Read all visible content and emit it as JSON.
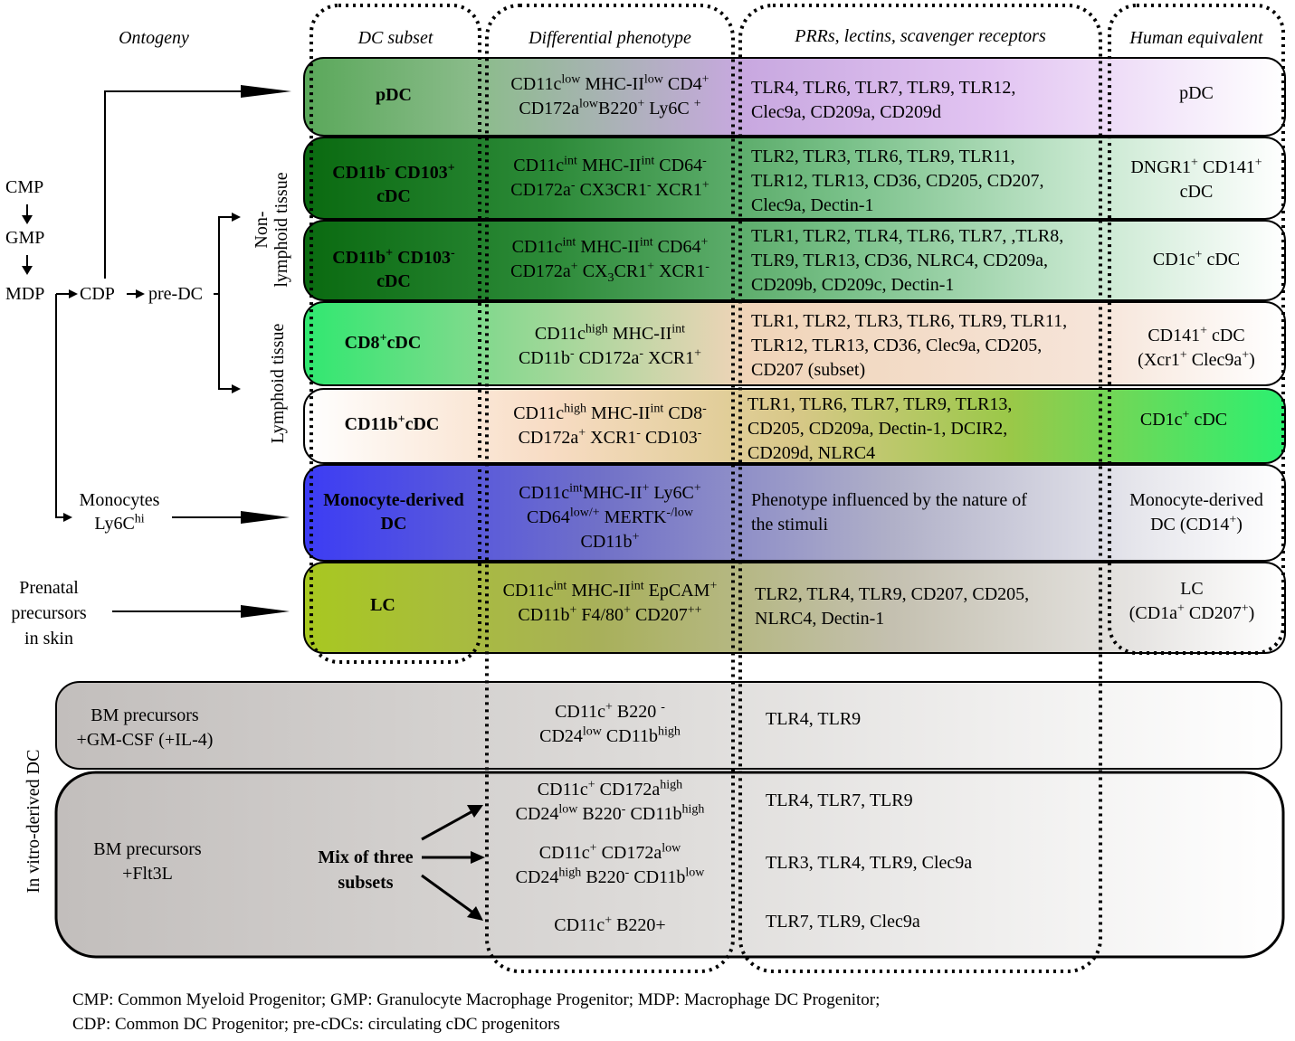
{
  "headers": {
    "ontogeny": "Ontogeny",
    "dc_subset": "DC subset",
    "phenotype": "Differential phenotype",
    "prrs": "PRRs, lectins, scavenger receptors",
    "human": "Human equivalent"
  },
  "ontogeny": {
    "cmp": "CMP",
    "gmp": "GMP",
    "mdp": "MDP",
    "cdp": "CDP",
    "pre_dc": "pre-DC",
    "non_lymphoid_1": "Non-",
    "non_lymphoid_2": "lymphoid tissue",
    "lymphoid": "Lymphoid tissue",
    "monocytes_1": "Monocytes",
    "monocytes_2": "Ly6C",
    "monocytes_sup": "hi",
    "prenatal_1": "Prenatal",
    "prenatal_2": "precursors",
    "prenatal_3": "in skin",
    "in_vitro": "In vitro-derived  DC"
  },
  "rows": {
    "pdc": {
      "subset": "pDC",
      "ph1": "CD11c",
      "ph1s": "low",
      "ph2": " MHC-II",
      "ph2s": "low",
      "ph3": " CD4",
      "ph3s": "+",
      "ph4": "CD172a",
      "ph4s": "low",
      "ph5": "B220",
      "ph5s": "+",
      "ph6": " Ly6C ",
      "ph6s": "+",
      "prr1": "TLR4, TLR6, TLR7, TLR9, TLR12,",
      "prr2": "Clec9a, CD209a, CD209d",
      "human": "pDC"
    },
    "cd103": {
      "s1": "CD11b",
      "s1s": "-",
      "s2": " CD103",
      "s2s": "+",
      "s3": "cDC",
      "ph1": "CD11c",
      "ph1s": "int",
      "ph2": " MHC-II",
      "ph2s": "int",
      "ph3": " CD64",
      "ph3s": "-",
      "ph4": "CD172a",
      "ph4s": "-",
      "ph5": "  CX3CR1",
      "ph5s": "-",
      "ph6": "  XCR1",
      "ph6s": "+",
      "prr1": "TLR2, TLR3, TLR6, TLR9, TLR11,",
      "prr2": "TLR12, TLR13, CD36, CD205, CD207,",
      "prr3": "Clec9a, Dectin-1",
      "h1": "DNGR1",
      "h1s": "+",
      "h2": " CD141",
      "h2s": "+",
      "h3": "cDC"
    },
    "cd11b_nl": {
      "s1": "CD11b",
      "s1s": "+",
      "s2": " CD103",
      "s2s": "-",
      "s3": "cDC",
      "ph1": "CD11c",
      "ph1s": "int",
      "ph2": " MHC-II",
      "ph2s": "int",
      "ph3": " CD64",
      "ph3s": "+",
      "ph4": "CD172a",
      "ph4s": "+",
      "ph5": "  CX",
      "ph5b": "3",
      "ph5c": "CR1",
      "ph5s": "+",
      "ph6": "  XCR1",
      "ph6s": "-",
      "prr1": "TLR1, TLR2, TLR4, TLR6, TLR7, ,TLR8,",
      "prr2": "TLR9, TLR13, CD36, NLRC4, CD209a,",
      "prr3": " CD209b, CD209c, Dectin-1",
      "h1": "CD1c",
      "h1s": "+",
      "h2": " cDC"
    },
    "cd8": {
      "s1": "CD8",
      "s1s": "+",
      "s2": "cDC",
      "ph1": "CD11c",
      "ph1s": "high",
      "ph2": " MHC-II",
      "ph2s": "int",
      "ph3": "CD11b",
      "ph3s": "-",
      "ph4": " CD172a",
      "ph4s": "-",
      "ph5": " XCR1",
      "ph5s": "+",
      "prr1": "TLR1, TLR2, TLR3, TLR6, TLR9, TLR11,",
      "prr2": "TLR12, TLR13, CD36, Clec9a, CD205,",
      "prr3": "CD207 (subset)",
      "h1": "CD141",
      "h1s": "+",
      "h2": "  cDC",
      "h3": "(Xcr1",
      "h3s": "+",
      "h4": " Clec9a",
      "h4s": "+",
      "h5": ")"
    },
    "cd11b_l": {
      "s1": "CD11b",
      "s1s": "+",
      "s2": "cDC",
      "ph1": "CD11c",
      "ph1s": "high",
      "ph2": " MHC-II",
      "ph2s": "int",
      "ph3": " CD8",
      "ph3s": "-",
      "ph4": "CD172a",
      "ph4s": "+",
      "ph5": " XCR1",
      "ph5s": "-",
      "ph6": " CD103",
      "ph6s": "-",
      "prr1": "TLR1, TLR6, TLR7, TLR9, TLR13,",
      "prr2": "CD205, CD209a, Dectin-1, DCIR2,",
      "prr3": "CD209d, NLRC4",
      "h1": "CD1c",
      "h1s": "+",
      "h2": "  cDC"
    },
    "mono": {
      "s1": "Monocyte-derived",
      "s2": "DC",
      "ph1": "CD11c",
      "ph1s": "int",
      "ph2": "MHC-II",
      "ph2s": "+",
      "ph3": " Ly6C",
      "ph3s": "+",
      "ph4": "CD64",
      "ph4s": "low/+",
      "ph5": " MERTK",
      "ph5s": "-/low",
      "ph6": "CD11b",
      "ph6s": "+",
      "prr1": "Phenotype influenced by the nature of",
      "prr2": "the stimuli",
      "h1": "Monocyte-derived",
      "h2": "DC (CD14",
      "h2s": "+",
      "h3": ")"
    },
    "lc": {
      "subset": "LC",
      "ph1": "CD11c",
      "ph1s": "int",
      "ph2": " MHC-II",
      "ph2s": "int",
      "ph3": " EpCAM",
      "ph3s": "+",
      "ph4": "CD11b",
      "ph4s": "+",
      "ph5": " F4/80",
      "ph5s": "+",
      "ph6": " CD207",
      "ph6s": "++",
      "prr1": "TLR2, TLR4, TLR9, CD207, CD205,",
      "prr2": "NLRC4, Dectin-1",
      "h1": "LC",
      "h2": "(CD1a",
      "h2s": "+",
      "h3": " CD207",
      "h3s": "+",
      "h4": ")"
    }
  },
  "invitro": {
    "gm": {
      "label1": "BM precursors",
      "label2": "+GM-CSF  (+IL-4)",
      "ph1": "CD11c",
      "ph1s": "+",
      "ph2": " B220 ",
      "ph2s": "-",
      "ph3": "CD24",
      "ph3s": "low",
      "ph4": " CD11b",
      "ph4s": "high",
      "prr": "TLR4, TLR9"
    },
    "flt": {
      "label1": "BM precursors",
      "label2": "+Flt3L",
      "mix1": "Mix of three",
      "mix2": "subsets",
      "a1": "CD11c",
      "a1s": "+",
      "a2": " CD172a",
      "a2s": "high",
      "a3": "CD24",
      "a3s": "low",
      "a4": " B220",
      "a4s": "-",
      "a5": " CD11b",
      "a5s": "high",
      "a_prr": "TLR4, TLR7, TLR9",
      "b1": "CD11c",
      "b1s": "+",
      "b2": " CD172a",
      "b2s": "low",
      "b3": "CD24",
      "b3s": "high",
      "b4": " B220",
      "b4s": "-",
      "b5": " CD11b",
      "b5s": "low",
      "b_prr": "TLR3, TLR4, TLR9, Clec9a",
      "c1": "CD11c",
      "c1s": "+",
      "c2": " B220+",
      "c_prr": "TLR7, TLR9, Clec9a"
    }
  },
  "footnote": {
    "line1": "CMP: Common Myeloid Progenitor; GMP: Granulocyte Macrophage Progenitor; MDP: Macrophage DC Progenitor;",
    "line2": "CDP: Common DC Progenitor; pre-cDCs: circulating cDC progenitors"
  },
  "colors": {
    "pdc_green": "#5fa85f",
    "dark_green": "#0d6e13",
    "lime": "#3de87a",
    "monocyte_blue": "#4040f0",
    "lc_olive": "#a8c81e",
    "purple": "#d8a8f0",
    "peach": "#f8d8c0",
    "grey_box": "#c8c4c2"
  }
}
